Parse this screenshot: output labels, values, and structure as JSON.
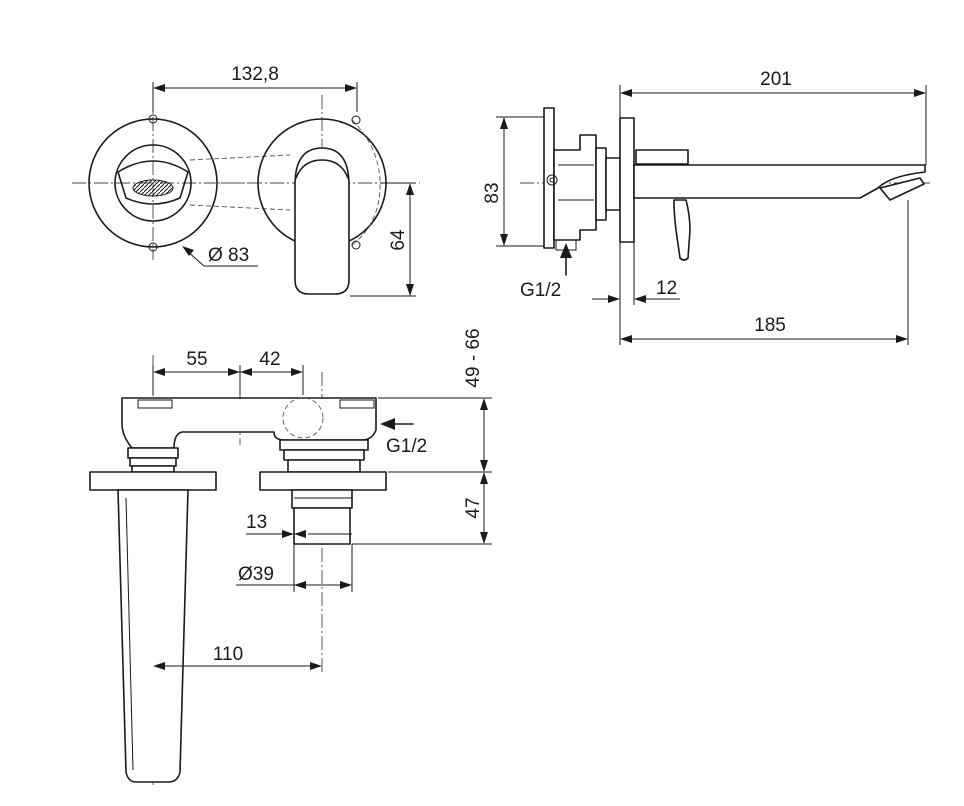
{
  "dimensions": {
    "d_132_8": "132,8",
    "d_201": "201",
    "d_83_dia": "Ø 83",
    "d_64": "64",
    "d_83": "83",
    "d_g12_side": "G1/2",
    "d_12": "12",
    "d_185": "185",
    "d_55": "55",
    "d_42": "42",
    "d_49_66": "49 - 66",
    "d_g12_bottom": "G1/2",
    "d_47": "47",
    "d_13": "13",
    "d_39_dia": "Ø39",
    "d_110": "110"
  },
  "colors": {
    "line": "#1a1a1a",
    "background": "#ffffff"
  }
}
